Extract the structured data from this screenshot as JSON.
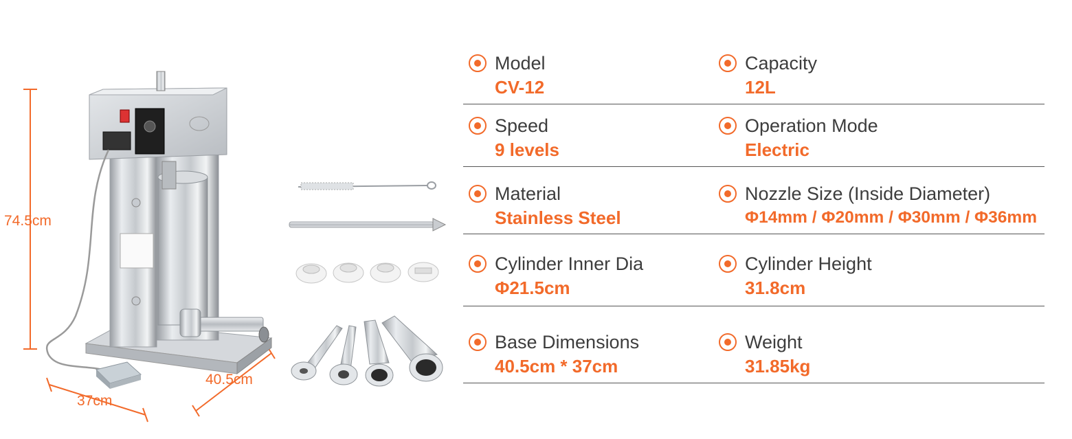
{
  "dimensions": {
    "height": "74.5cm",
    "width": "37cm",
    "depth": "40.5cm"
  },
  "accent_color": "#f26a2a",
  "specs": {
    "rows": [
      {
        "left": {
          "icon": "target-bullet-icon",
          "label": "Model",
          "value": "CV-12"
        },
        "right": {
          "icon": "target-bullet-icon",
          "label": "Capacity",
          "value": "12L"
        }
      },
      {
        "left": {
          "icon": "target-bullet-icon",
          "label": "Speed",
          "value": "9 levels"
        },
        "right": {
          "icon": "target-bullet-icon",
          "label": "Operation Mode",
          "value": "Electric"
        }
      },
      {
        "left": {
          "icon": "target-bullet-icon",
          "label": "Material",
          "value": "Stainless Steel"
        },
        "right": {
          "icon": "target-bullet-icon",
          "label": "Nozzle Size (Inside Diameter)",
          "value": "Φ14mm / Φ20mm / Φ30mm / Φ36mm"
        }
      },
      {
        "left": {
          "icon": "target-bullet-icon",
          "label": "Cylinder Inner Dia",
          "value": "Φ21.5cm"
        },
        "right": {
          "icon": "target-bullet-icon",
          "label": "Cylinder Height",
          "value": "31.8cm"
        }
      },
      {
        "left": {
          "icon": "target-bullet-icon",
          "label": "Base Dimensions",
          "value": "40.5cm * 37cm"
        },
        "right": {
          "icon": "target-bullet-icon",
          "label": "Weight",
          "value": "31.85kg"
        }
      }
    ]
  }
}
